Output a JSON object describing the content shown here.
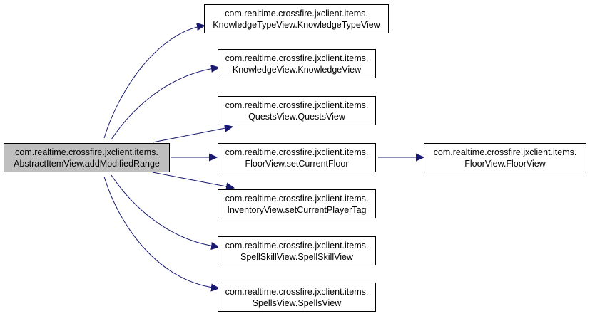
{
  "graph": {
    "edge_color": "#191970",
    "root_fill": "#bfbfbf",
    "nodes": {
      "root": {
        "line1": "com.realtime.crossfire.jxclient.items.",
        "line2": "AbstractItemView.addModifiedRange"
      },
      "knowledge_type_view": {
        "line1": "com.realtime.crossfire.jxclient.items.",
        "line2": "KnowledgeTypeView.KnowledgeTypeView"
      },
      "knowledge_view": {
        "line1": "com.realtime.crossfire.jxclient.items.",
        "line2": "KnowledgeView.KnowledgeView"
      },
      "quests_view": {
        "line1": "com.realtime.crossfire.jxclient.items.",
        "line2": "QuestsView.QuestsView"
      },
      "floor_set_current_floor": {
        "line1": "com.realtime.crossfire.jxclient.items.",
        "line2": "FloorView.setCurrentFloor"
      },
      "inventory_set_current_player_tag": {
        "line1": "com.realtime.crossfire.jxclient.items.",
        "line2": "InventoryView.setCurrentPlayerTag"
      },
      "spell_skill_view": {
        "line1": "com.realtime.crossfire.jxclient.items.",
        "line2": "SpellSkillView.SpellSkillView"
      },
      "spells_view": {
        "line1": "com.realtime.crossfire.jxclient.items.",
        "line2": "SpellsView.SpellsView"
      },
      "floor_view": {
        "line1": "com.realtime.crossfire.jxclient.items.",
        "line2": "FloorView.FloorView"
      }
    }
  }
}
